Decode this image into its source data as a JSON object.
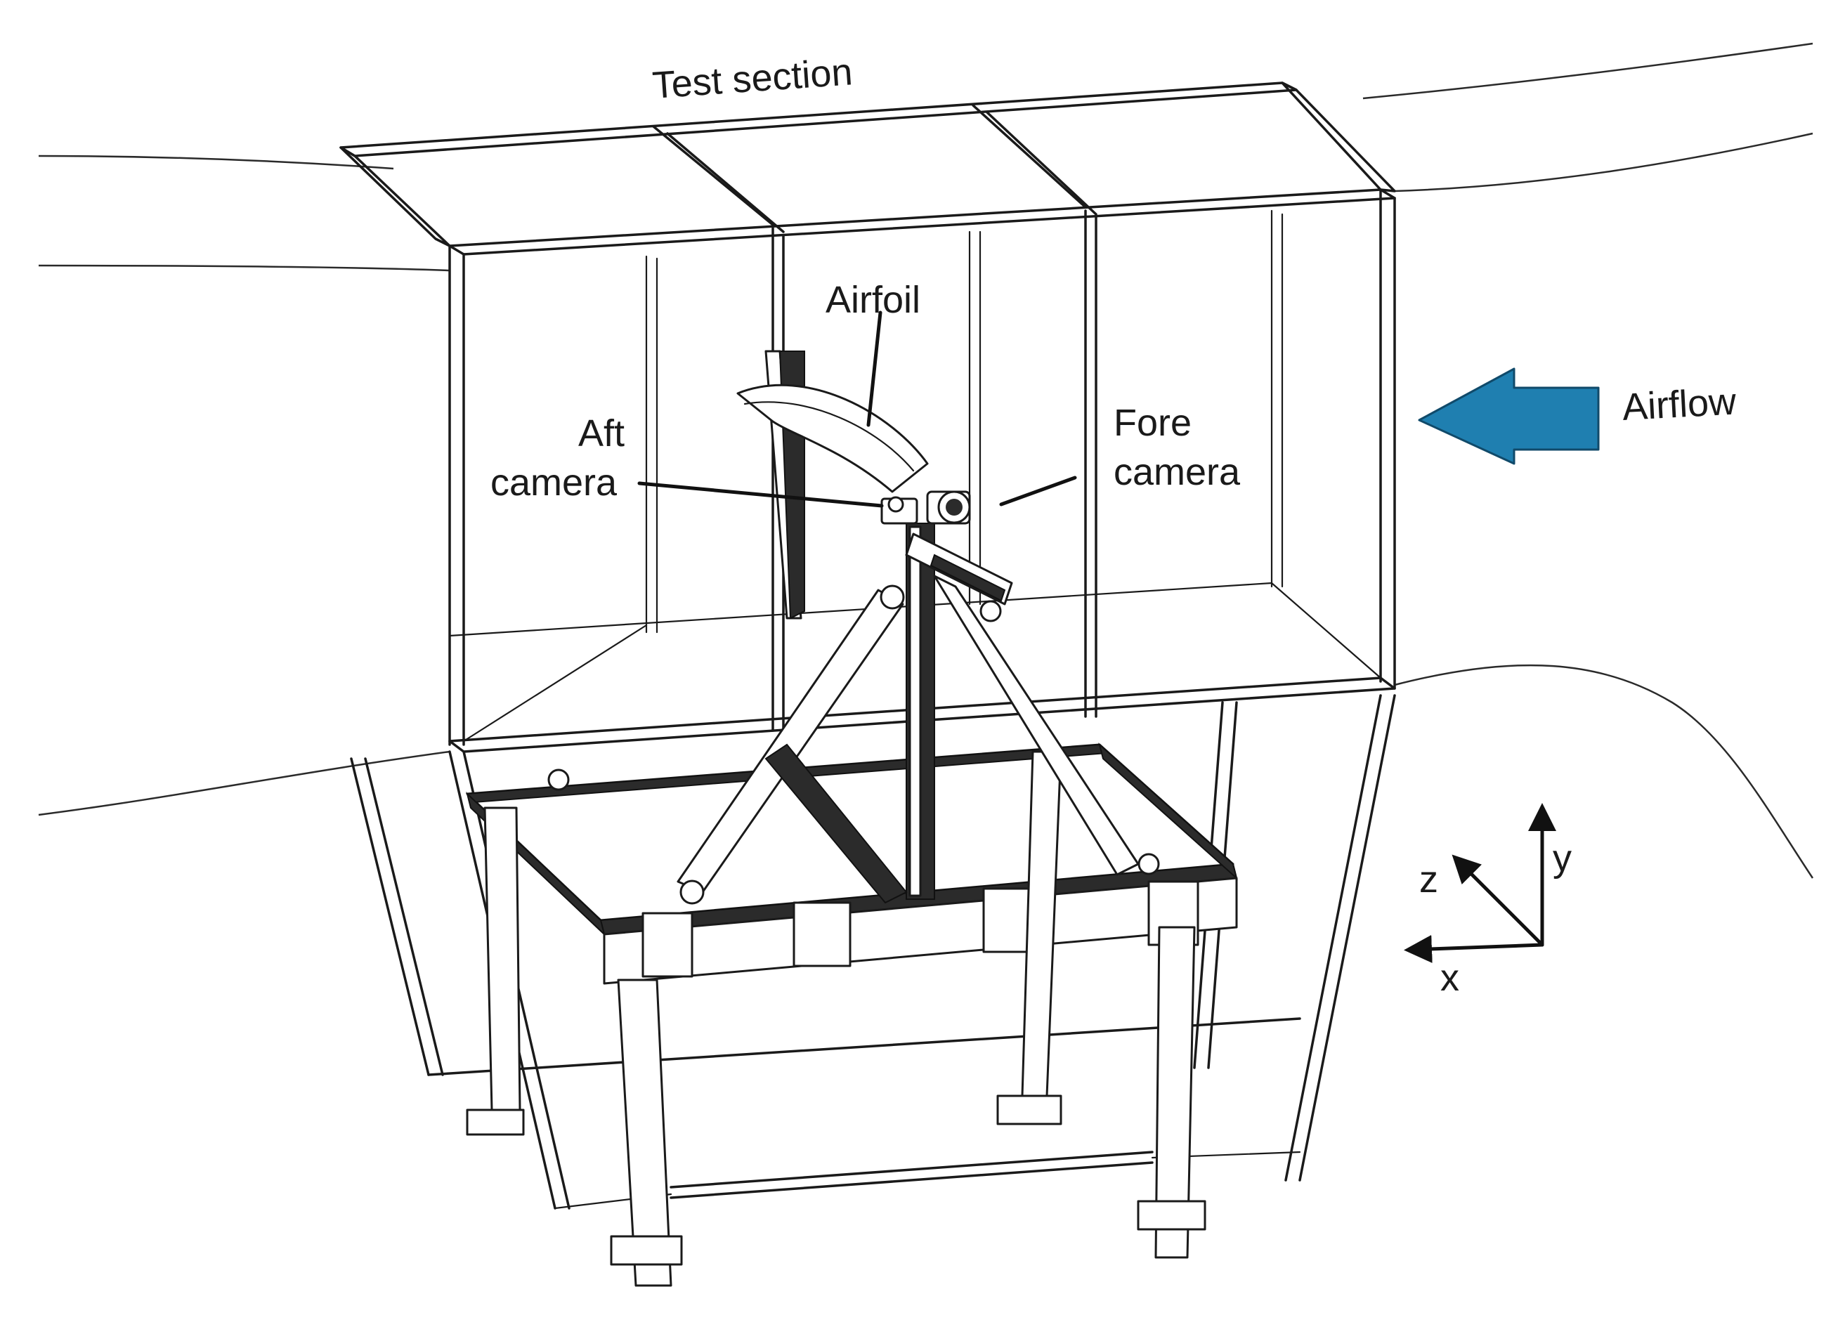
{
  "labels": {
    "test_section": "Test section",
    "airfoil": "Airfoil",
    "aft_camera_line1": "Aft",
    "aft_camera_line2": "camera",
    "fore_camera_line1": "Fore",
    "fore_camera_line2": "camera",
    "airflow": "Airflow"
  },
  "axes": {
    "x": "x",
    "y": "y",
    "z": "z"
  },
  "colors": {
    "airflow_arrow": "#1f7fb0",
    "lines": "#1a1a1a",
    "background": "#ffffff"
  },
  "icons": {
    "airflow": "arrow-left-icon",
    "coordinate_system": "xyz-axes-icon"
  }
}
